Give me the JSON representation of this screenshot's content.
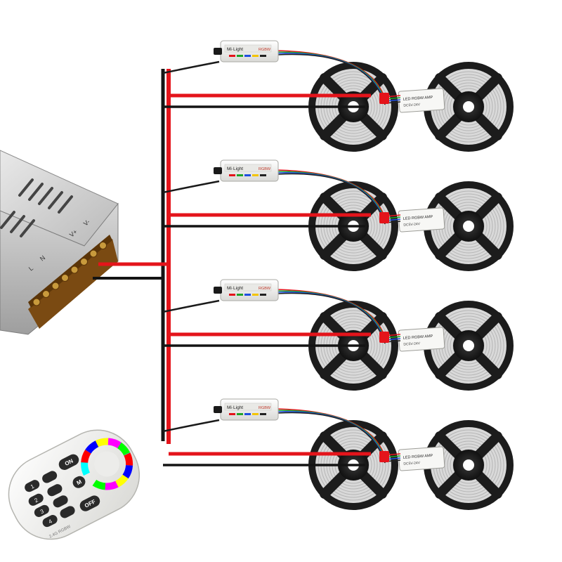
{
  "diagram": {
    "type": "wiring",
    "colors": {
      "positive_wire": "#e4141b",
      "negative_wire": "#141414",
      "signal_wire": "#1a1a1a",
      "controller_body": "#f4f4f2",
      "reel": "#1c1c1c",
      "strip": "#d9d9d9",
      "psu_body": "#c9c9c9",
      "remote_body": "#f2f2f0"
    },
    "controller": {
      "brand": "Mi·Light",
      "model": "RGBW",
      "count": 4
    },
    "amplifier": {
      "label_line1": "LED RGBW AMP",
      "label_line2": "DC5V-24V",
      "count": 4
    },
    "led_reels": {
      "count": 8,
      "rows": 4,
      "per_row": 2
    },
    "power_supply": {
      "icon": "power-supply-icon",
      "terminal_labels": [
        "V-",
        "V+",
        "N",
        "L"
      ]
    },
    "remote": {
      "icon": "rgb-remote-icon",
      "on_label": "ON",
      "off_label": "OFF",
      "m_label": "M",
      "zones": [
        "1",
        "2",
        "3",
        "4"
      ],
      "footer": "2.4G RGBW"
    }
  }
}
